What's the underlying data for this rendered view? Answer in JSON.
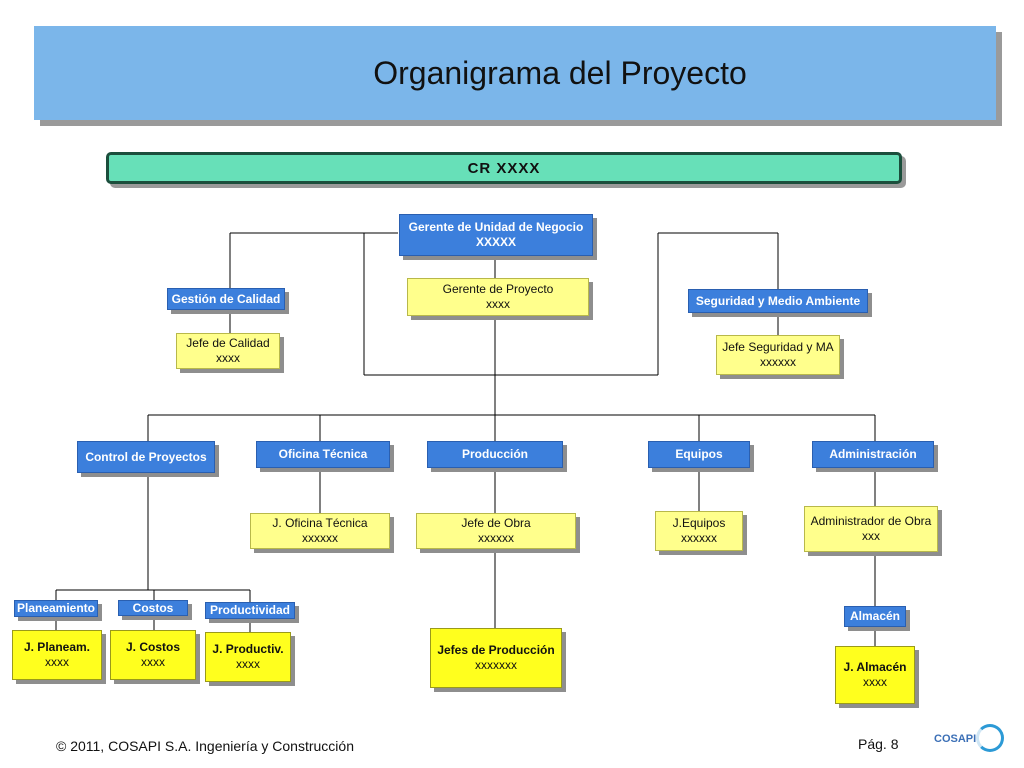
{
  "title": "Organigrama del Proyecto",
  "cr": "CR XXXX",
  "nodes": {
    "gerente_unidad": {
      "line1": "Gerente de Unidad de Negocio",
      "line2": "XXXXX"
    },
    "gerente_proyecto": {
      "line1": "Gerente de Proyecto",
      "line2": "xxxx"
    },
    "gestion_calidad": {
      "line1": "Gestión de Calidad"
    },
    "jefe_calidad": {
      "line1": "Jefe de Calidad",
      "line2": "xxxx"
    },
    "seguridad": {
      "line1": "Seguridad y Medio Ambiente"
    },
    "jefe_seguridad": {
      "line1": "Jefe Seguridad y MA",
      "line2": "xxxxxx"
    },
    "control_proyectos": {
      "line1": "Control de Proyectos"
    },
    "oficina_tecnica": {
      "line1": "Oficina Técnica"
    },
    "produccion": {
      "line1": "Producción"
    },
    "equipos": {
      "line1": "Equipos"
    },
    "administracion": {
      "line1": "Administración"
    },
    "j_oficina": {
      "line1": "J. Oficina Técnica",
      "line2": "xxxxxx"
    },
    "jefe_obra": {
      "line1": "Jefe de Obra",
      "line2": "xxxxxx"
    },
    "j_equipos": {
      "line1": "J.Equipos",
      "line2": "xxxxxx"
    },
    "admin_obra": {
      "line1": "Administrador de Obra",
      "line2": "xxx"
    },
    "planeamiento": {
      "line1": "Planeamiento"
    },
    "costos": {
      "line1": "Costos"
    },
    "productividad": {
      "line1": "Productividad"
    },
    "almacen": {
      "line1": "Almacén"
    },
    "j_planeam": {
      "line1": "J. Planeam.",
      "line2": "xxxx"
    },
    "j_costos": {
      "line1": "J. Costos",
      "line2": "xxxx"
    },
    "j_productiv": {
      "line1": "J. Productiv.",
      "line2": "xxxx"
    },
    "jefes_produccion": {
      "line1": "Jefes de Producción",
      "line2": "xxxxxxx"
    },
    "j_almacen": {
      "line1": "J. Almacén",
      "line2": "xxxx"
    }
  },
  "footer": {
    "copyright": "© 2011, COSAPI S.A. Ingeniería y Construcción",
    "page": "Pág. 8",
    "logo": "COSAPI"
  },
  "colors": {
    "title_bar": "#7bb6ea",
    "cr_bar": "#67e0b8",
    "blue_box": "#3c7fdc",
    "yellow_box": "#ffff8c",
    "yellow_strong": "#ffff1e"
  }
}
